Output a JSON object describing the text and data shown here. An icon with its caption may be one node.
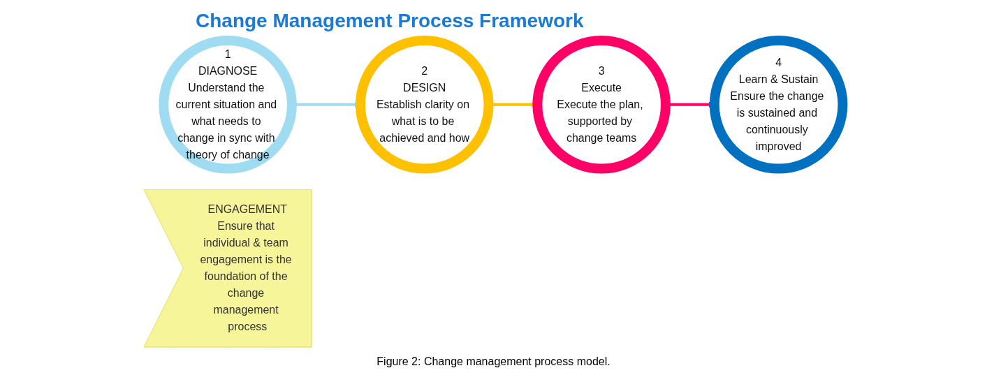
{
  "diagram": {
    "title": "Change Management Process Framework",
    "caption": "Figure 2: Change management process model.",
    "nodes": [
      {
        "text": [
          "1",
          "DIAGNOSE",
          "Understand the current situation and what needs to change in sync with theory of change"
        ]
      },
      {
        "text": [
          "2",
          "DESIGN",
          "Establish clarity on what is to be achieved and how"
        ]
      },
      {
        "text": [
          "3",
          "Execute",
          "Execute the plan, supported by change teams"
        ]
      },
      {
        "text": [
          "4",
          "Learn & Sustain",
          "Ensure the change is sustained and continuously improved"
        ]
      },
      {
        "text": [
          "ENGAGEMENT",
          "Ensure that individual & team engagement is the foundation of the change management process"
        ]
      }
    ],
    "edges": [
      {
        "from": 0,
        "to": 1,
        "arrow": "to",
        "color": "#9fdcf2"
      },
      {
        "from": 1,
        "to": 2,
        "arrow": "to",
        "color": "#ffc000"
      },
      {
        "from": 2,
        "to": 3,
        "arrow": "to",
        "color": "#ff0066"
      }
    ]
  }
}
